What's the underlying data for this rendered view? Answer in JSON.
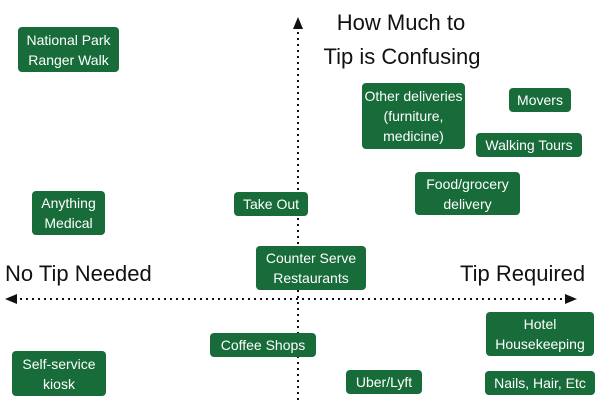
{
  "title": {
    "line1": "How Much to",
    "line2": "Tip is Confusing"
  },
  "axes": {
    "left_label": "No Tip Needed",
    "right_label": "Tip Required",
    "stroke_color": "#111111"
  },
  "tag_color": "#176c39",
  "tags": [
    {
      "lines": [
        "National Park",
        "Ranger Walk"
      ]
    },
    {
      "lines": [
        "Other deliveries",
        "(furniture,",
        "medicine)"
      ]
    },
    {
      "lines": [
        "Movers"
      ]
    },
    {
      "lines": [
        "Walking Tours"
      ]
    },
    {
      "lines": [
        "Food/grocery",
        "delivery"
      ]
    },
    {
      "lines": [
        "Anything",
        "Medical"
      ]
    },
    {
      "lines": [
        "Take Out"
      ]
    },
    {
      "lines": [
        "Counter Serve",
        "Restaurants"
      ]
    },
    {
      "lines": [
        "Coffee Shops"
      ]
    },
    {
      "lines": [
        "Hotel",
        "Housekeeping"
      ]
    },
    {
      "lines": [
        "Self-service",
        "kiosk"
      ]
    },
    {
      "lines": [
        "Uber/Lyft"
      ]
    },
    {
      "lines": [
        "Nails, Hair, Etc"
      ]
    }
  ]
}
